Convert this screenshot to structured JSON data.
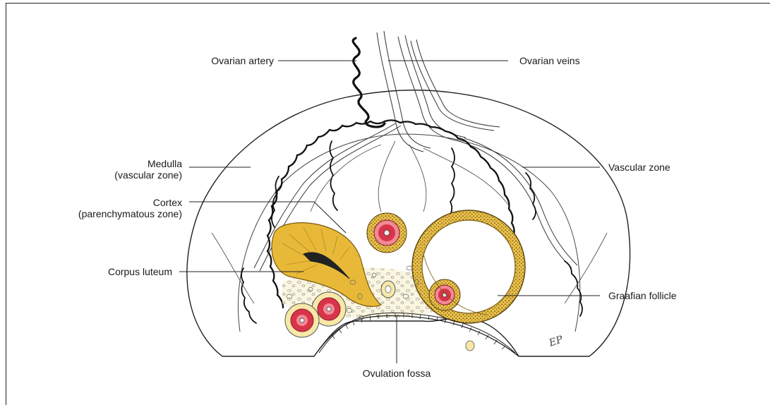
{
  "labels": {
    "ovarian_artery": "Ovarian artery",
    "ovarian_veins": "Ovarian veins",
    "medulla": "Medulla",
    "medulla_sub": "(vascular zone)",
    "cortex": "Cortex",
    "cortex_sub": "(parenchymatous zone)",
    "corpus_luteum": "Corpus luteum",
    "vascular_zone": "Vascular zone",
    "graafian_follicle": "Graafian follicle",
    "ovulation_fossa": "Ovulation fossa"
  },
  "signature": "EP",
  "colors": {
    "outline": "#222222",
    "artery": "#111111",
    "corpus_luteum_fill": "#e8b838",
    "follicle_granulosa": "#e0b33a",
    "follicle_stipple": "#7a5a10",
    "oocyte_red": "#d8344a",
    "oocyte_pink": "#f08a94",
    "stroma_cream": "#f5eec8"
  }
}
